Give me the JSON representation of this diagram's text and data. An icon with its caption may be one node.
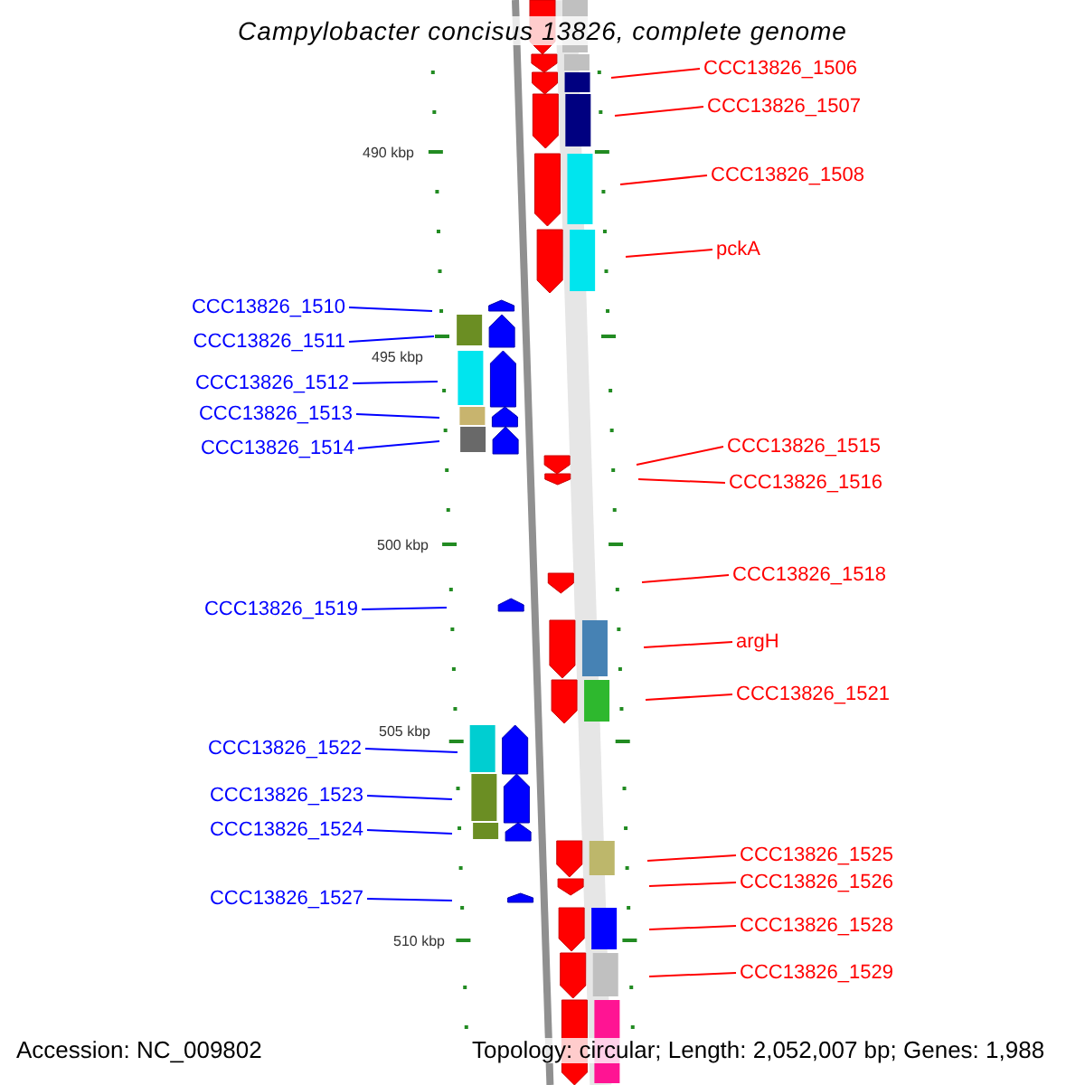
{
  "diagram": {
    "title": "Campylobacter concisus 13826, complete genome",
    "nodes": [
      {
        "text": [
          "CCC13826_1506"
        ]
      },
      {
        "text": [
          "CCC13826_1507"
        ]
      },
      {
        "text": [
          "CCC13826_1508"
        ]
      },
      {
        "text": [
          "pckA"
        ]
      },
      {
        "text": [
          "CCC13826_1510"
        ]
      },
      {
        "text": [
          "CCC13826_1511"
        ]
      },
      {
        "text": [
          "CCC13826_1512"
        ]
      },
      {
        "text": [
          "CCC13826_1513"
        ]
      },
      {
        "text": [
          "CCC13826_1514"
        ]
      },
      {
        "text": [
          "CCC13826_1515"
        ]
      },
      {
        "text": [
          "CCC13826_1516"
        ]
      },
      {
        "text": [
          "CCC13826_1518"
        ]
      },
      {
        "text": [
          "CCC13826_1519"
        ]
      },
      {
        "text": [
          "argH"
        ]
      },
      {
        "text": [
          "CCC13826_1521"
        ]
      },
      {
        "text": [
          "CCC13826_1522"
        ]
      },
      {
        "text": [
          "CCC13826_1523"
        ]
      },
      {
        "text": [
          "CCC13826_1524"
        ]
      },
      {
        "text": [
          "CCC13826_1525"
        ]
      },
      {
        "text": [
          "CCC13826_1526"
        ]
      },
      {
        "text": [
          "CCC13826_1527"
        ]
      },
      {
        "text": [
          "CCC13826_1528"
        ]
      },
      {
        "text": [
          "CCC13826_1529"
        ]
      }
    ],
    "edges": [
      {
        "from": 0,
        "to": null,
        "arrow": "none"
      },
      {
        "from": 1,
        "to": null,
        "arrow": "none"
      },
      {
        "from": 2,
        "to": null,
        "arrow": "none"
      },
      {
        "from": 3,
        "to": null,
        "arrow": "none"
      },
      {
        "from": 4,
        "to": null,
        "arrow": "none",
        "color": "#0000ff"
      },
      {
        "from": 5,
        "to": null,
        "arrow": "none",
        "color": "#0000ff"
      },
      {
        "from": 6,
        "to": null,
        "arrow": "none",
        "color": "#0000ff"
      },
      {
        "from": 7,
        "to": null,
        "arrow": "none",
        "color": "#0000ff"
      },
      {
        "from": 8,
        "to": null,
        "arrow": "none",
        "color": "#0000ff"
      },
      {
        "from": 9,
        "to": null,
        "arrow": "none"
      },
      {
        "from": 10,
        "to": null,
        "arrow": "none"
      },
      {
        "from": 11,
        "to": null,
        "arrow": "none"
      },
      {
        "from": 12,
        "to": null,
        "arrow": "none",
        "color": "#0000ff"
      },
      {
        "from": 13,
        "to": null,
        "arrow": "none"
      },
      {
        "from": 14,
        "to": null,
        "arrow": "none"
      },
      {
        "from": 15,
        "to": null,
        "arrow": "none",
        "color": "#0000ff"
      },
      {
        "from": 16,
        "to": null,
        "arrow": "none",
        "color": "#0000ff"
      },
      {
        "from": 17,
        "to": null,
        "arrow": "none",
        "color": "#0000ff"
      },
      {
        "from": 18,
        "to": null,
        "arrow": "none"
      },
      {
        "from": 19,
        "to": null,
        "arrow": "none"
      },
      {
        "from": 20,
        "to": null,
        "arrow": "none",
        "color": "#0000ff"
      },
      {
        "from": 21,
        "to": null,
        "arrow": "none"
      },
      {
        "from": 22,
        "to": null,
        "arrow": "none"
      }
    ],
    "labels": [
      "490 kbp",
      "495 kbp",
      "500 kbp",
      "505 kbp",
      "510 kbp",
      "Accession: NC_009802",
      "Topology: circular; Length: 2,052,007 bp; Genes: 1,988"
    ]
  }
}
